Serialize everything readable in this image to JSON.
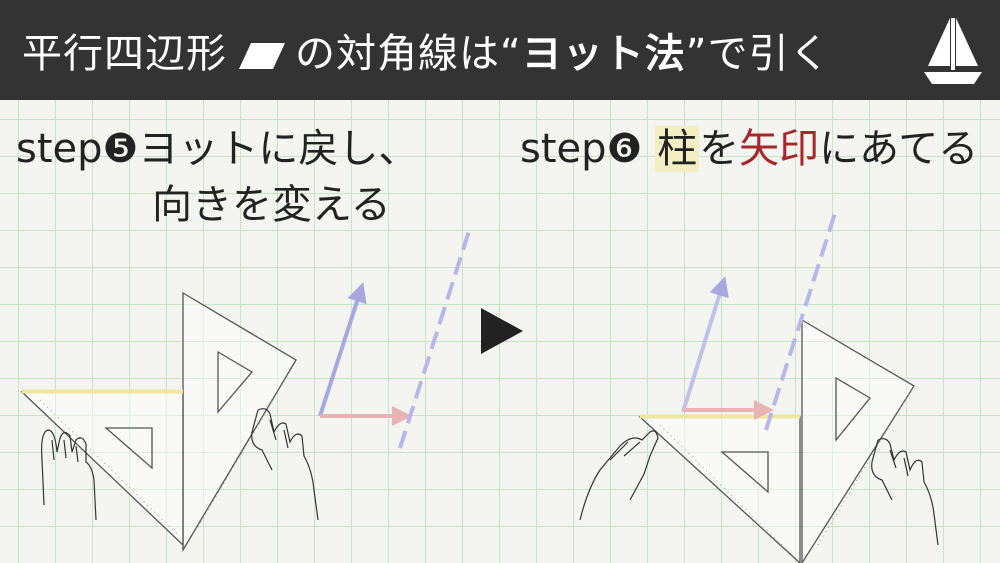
{
  "banner": {
    "prefix": "平行四辺形",
    "mid": "の対角線は“",
    "bold": "ヨット法",
    "suffix": "”で引く"
  },
  "left_step": {
    "line1": "step❺ヨットに戻し、",
    "line2": "向きを変える"
  },
  "right_step": {
    "lead": "step❻ ",
    "pillar": "柱",
    "mid": "を",
    "arrow": "矢印",
    "tail": "にあてる"
  },
  "colors": {
    "banner_bg": "#333333",
    "grid": "#c7e4c7",
    "purple_arrow": "#a9a6e0",
    "red_arrow": "#e8b3b3",
    "highlight_yellow": "#f4efc2",
    "highlight_red": "#a8262a"
  },
  "icons": [
    "parallelogram-icon",
    "sailboat-icon",
    "play-arrow-icon"
  ]
}
